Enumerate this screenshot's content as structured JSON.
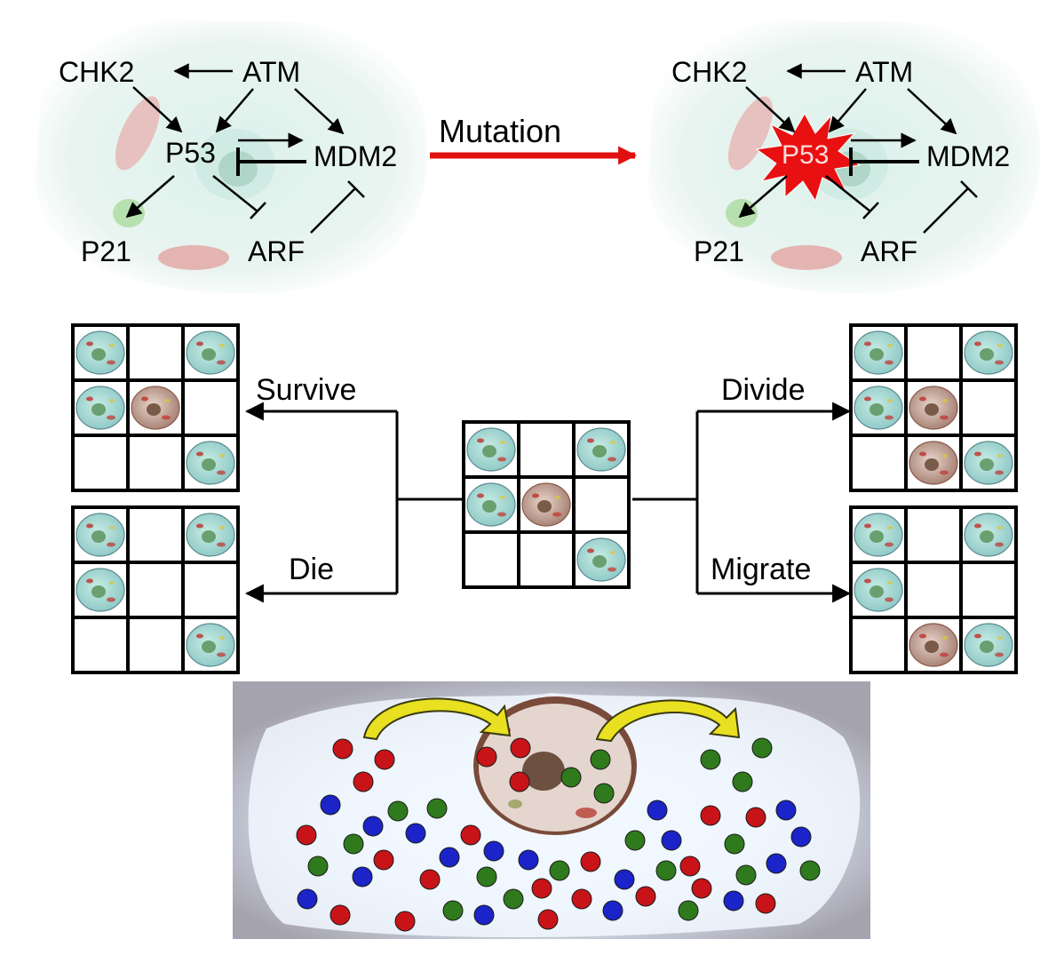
{
  "pathway": {
    "nodes": {
      "chk2": "CHK2",
      "atm": "ATM",
      "p53": "P53",
      "mdm2": "MDM2",
      "p21": "P21",
      "arf": "ARF"
    },
    "mutation_label": "Mutation"
  },
  "fates": {
    "survive": "Survive",
    "die": "Die",
    "divide": "Divide",
    "migrate": "Migrate"
  },
  "grids": {
    "center": [
      "n",
      "e",
      "n",
      "n",
      "m",
      "e",
      "e",
      "e",
      "n"
    ],
    "survive": [
      "n",
      "e",
      "n",
      "n",
      "m",
      "e",
      "e",
      "e",
      "n"
    ],
    "die": [
      "n",
      "e",
      "n",
      "n",
      "e",
      "e",
      "e",
      "e",
      "n"
    ],
    "divide": [
      "n",
      "e",
      "n",
      "n",
      "m",
      "e",
      "e",
      "m",
      "n"
    ],
    "migrate": [
      "n",
      "e",
      "n",
      "n",
      "e",
      "e",
      "e",
      "m",
      "n"
    ]
  },
  "colors": {
    "mutation_arrow": "#e01010",
    "burst": "#e81010",
    "normal_cell": "#9fd6cf",
    "mutant_cell": "#c9a79a",
    "red_particle": "#c81418",
    "green_particle": "#2f7a1c",
    "blue_particle": "#1a24c8",
    "yellow_arrow": "#e8e020"
  }
}
